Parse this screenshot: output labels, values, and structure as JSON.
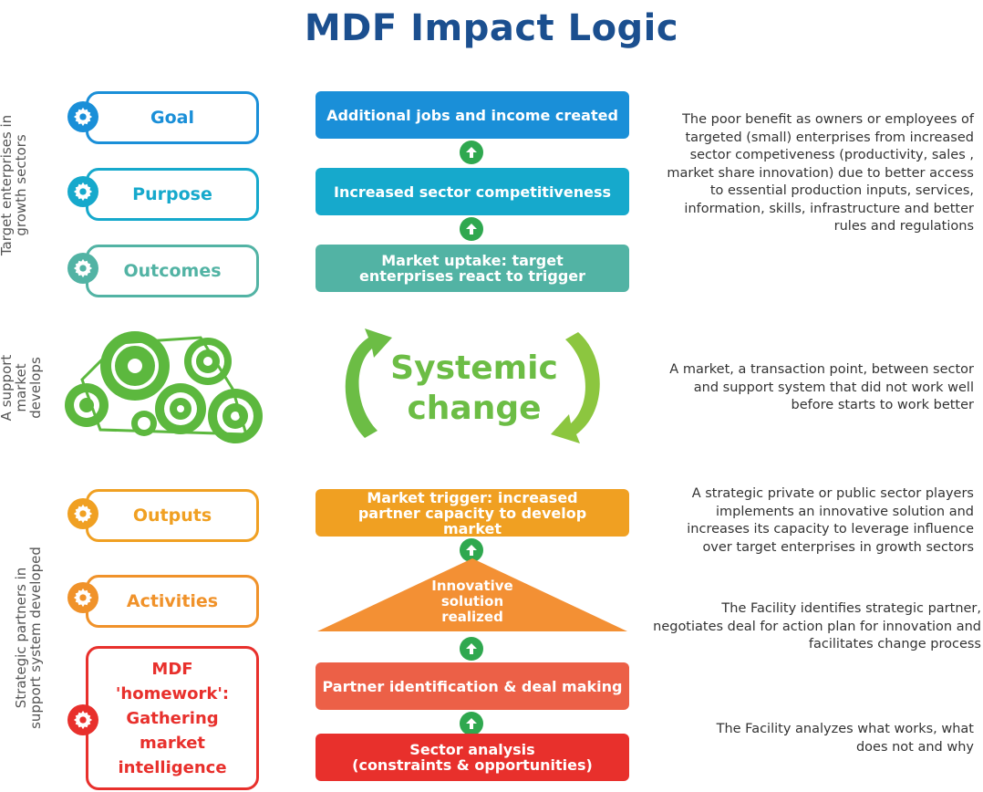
{
  "title": "MDF Impact Logic",
  "side_labels": {
    "top": "Target enterprises in growth sectors",
    "middle": "A support market develops",
    "bottom": "Strategic partners in support system developed"
  },
  "left_boxes": {
    "goal": "Goal",
    "purpose": "Purpose",
    "outcomes": "Outcomes",
    "outputs": "Outputs",
    "activities": "Activities",
    "homework": "MDF 'homework': Gathering market intelligence"
  },
  "center_boxes": {
    "goal": "Additional jobs and income created",
    "purpose": "Increased sector competitiveness",
    "outcomes": "Market uptake: target enterprises react to trigger",
    "systemic_line1": "Systemic",
    "systemic_line2": "change",
    "outputs": "Market trigger: increased partner capacity to develop market",
    "innovative": "Innovative solution realized",
    "partner": "Partner identification & deal making",
    "sector_line1": "Sector analysis",
    "sector_line2": "(constraints & opportunities)"
  },
  "descriptions": {
    "top": "The poor benefit as owners or employees of targeted (small) enterprises from increased sector competiveness (productivity, sales , market share innovation) due to better access to essential production inputs, services, information, skills, infrastructure and better rules and regulations",
    "middle": "A market, a transaction point, between sector and support system that did not work well before starts to work better",
    "outputs": "A strategic private or public sector players implements an innovative solution and increases its capacity to leverage influence over target enterprises in growth sectors",
    "activities": "The Facility identifies strategic partner, negotiates deal for action plan for innovation and facilitates change process",
    "homework": "The Facility analyzes what works, what does not and why"
  },
  "colors": {
    "title": "#1b4f8f",
    "goal": "#1a8fd8",
    "purpose": "#16a9cc",
    "outcomes": "#52b3a4",
    "outputs": "#f0a022",
    "activities": "#f0922a",
    "homework": "#e8302c",
    "partner": "#ec6047",
    "triangle": "#f39034",
    "systemic": "#6cbd45",
    "arrow": "#2fa84f"
  }
}
